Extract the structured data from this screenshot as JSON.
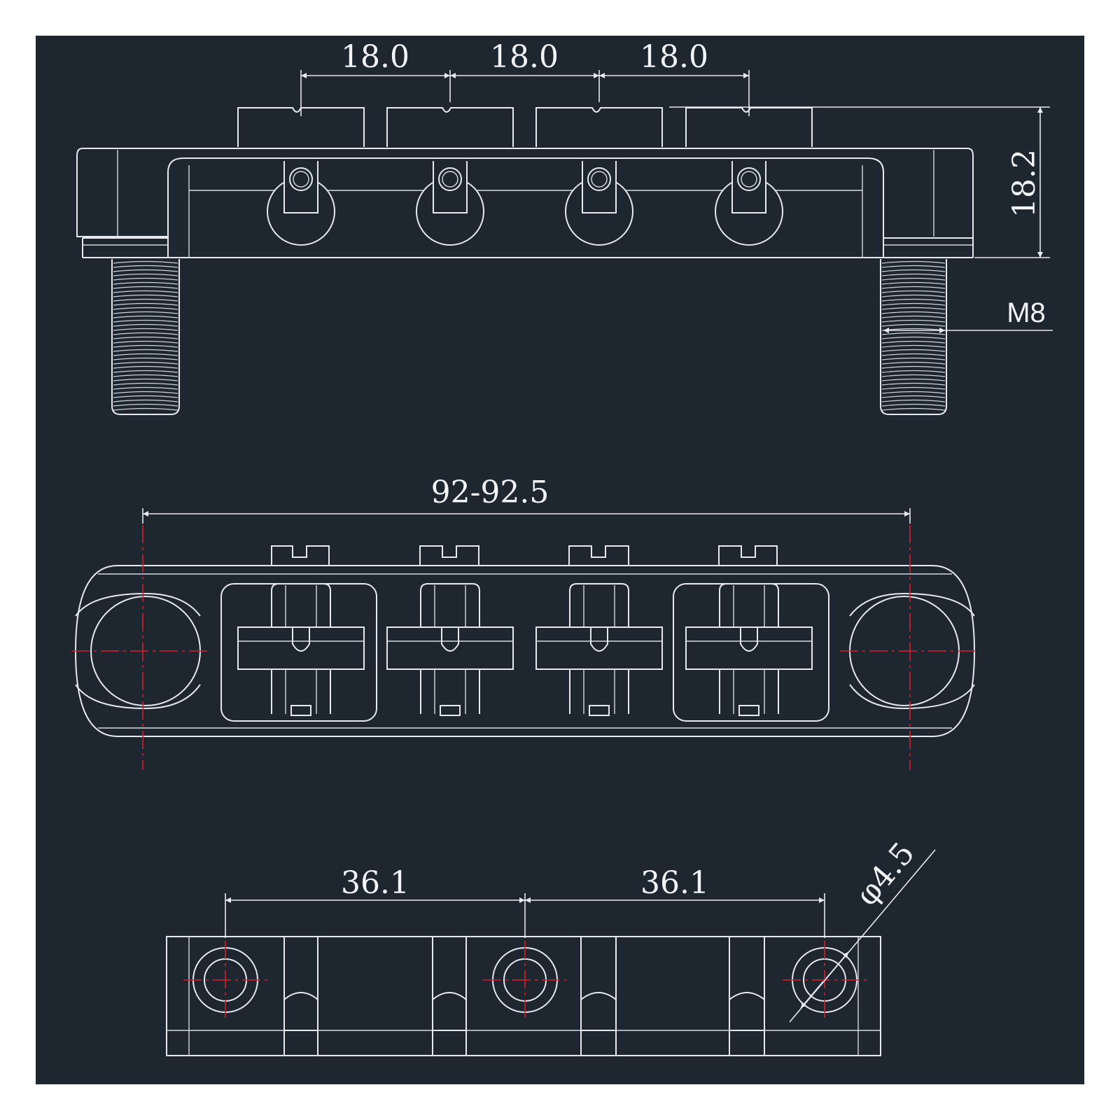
{
  "colors": {
    "background": "#1e2630",
    "frame": "#ffffff",
    "line": "#e6e9ee",
    "centerline": "#d81e2a"
  },
  "dimensions": {
    "saddle_spacing_1": "18.0",
    "saddle_spacing_2": "18.0",
    "saddle_spacing_3": "18.0",
    "height": "18.2",
    "thread": "M8",
    "overall_length": "92-92.5",
    "hole_spacing_1": "36.1",
    "hole_spacing_2": "36.1",
    "hole_diameter": "φ4.5"
  }
}
